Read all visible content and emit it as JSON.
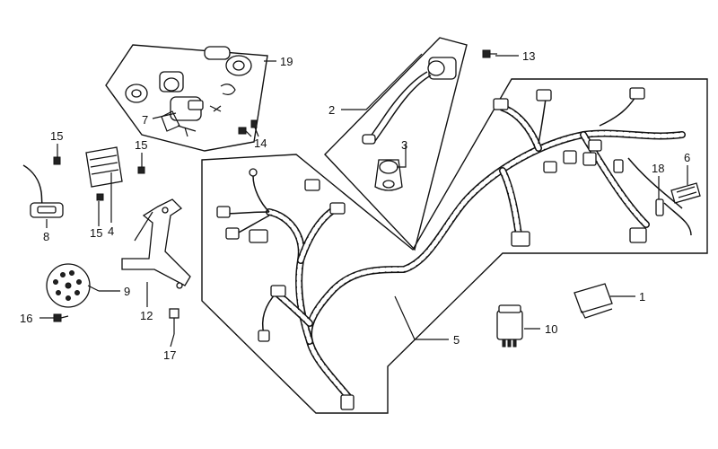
{
  "callouts": {
    "c1": "1",
    "c2": "2",
    "c3": "3",
    "c4": "4",
    "c5": "5",
    "c6": "6",
    "c7": "7",
    "c8": "8",
    "c9": "9",
    "c10": "10",
    "c12": "12",
    "c13": "13",
    "c14": "14",
    "c15a": "15",
    "c15b": "15",
    "c15c": "15",
    "c16": "16",
    "c17": "17",
    "c18": "18",
    "c19": "19"
  }
}
